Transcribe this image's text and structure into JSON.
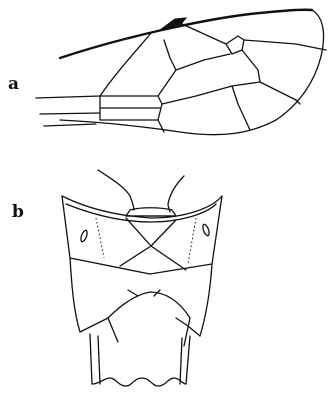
{
  "panels": [
    {
      "id": "a",
      "label": "a"
    },
    {
      "id": "b",
      "label": "b"
    }
  ]
}
